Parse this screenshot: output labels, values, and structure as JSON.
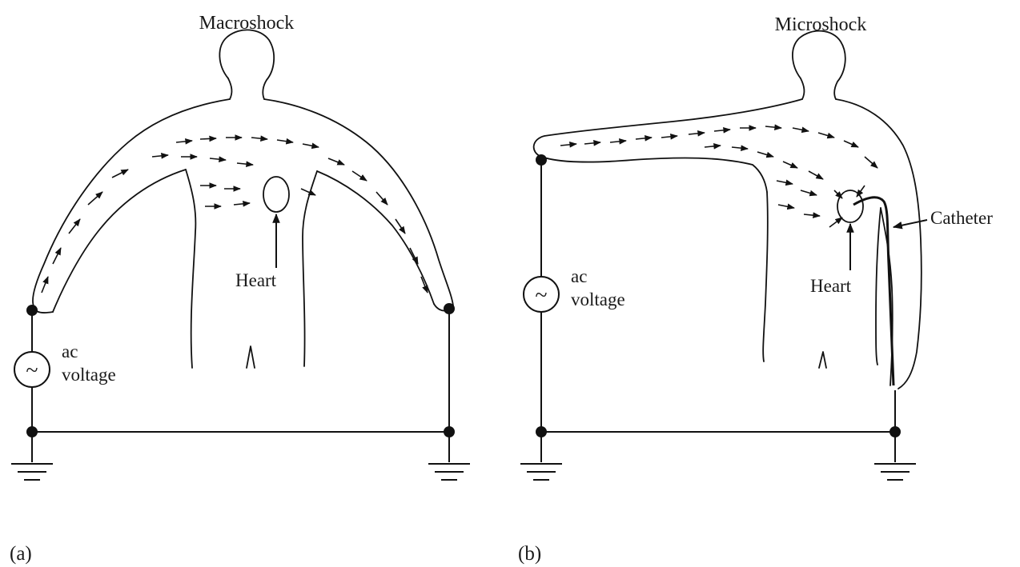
{
  "panels": [
    {
      "id": "a",
      "title": "Macroshock",
      "panel_label": "(a)",
      "source_label_line1": "ac",
      "source_label_line2": "voltage",
      "heart_label": "Heart",
      "source_symbol": "~"
    },
    {
      "id": "b",
      "title": "Microshock",
      "panel_label": "(b)",
      "source_label_line1": "ac",
      "source_label_line2": "voltage",
      "heart_label": "Heart",
      "catheter_label": "Catheter",
      "source_symbol": "~"
    }
  ]
}
